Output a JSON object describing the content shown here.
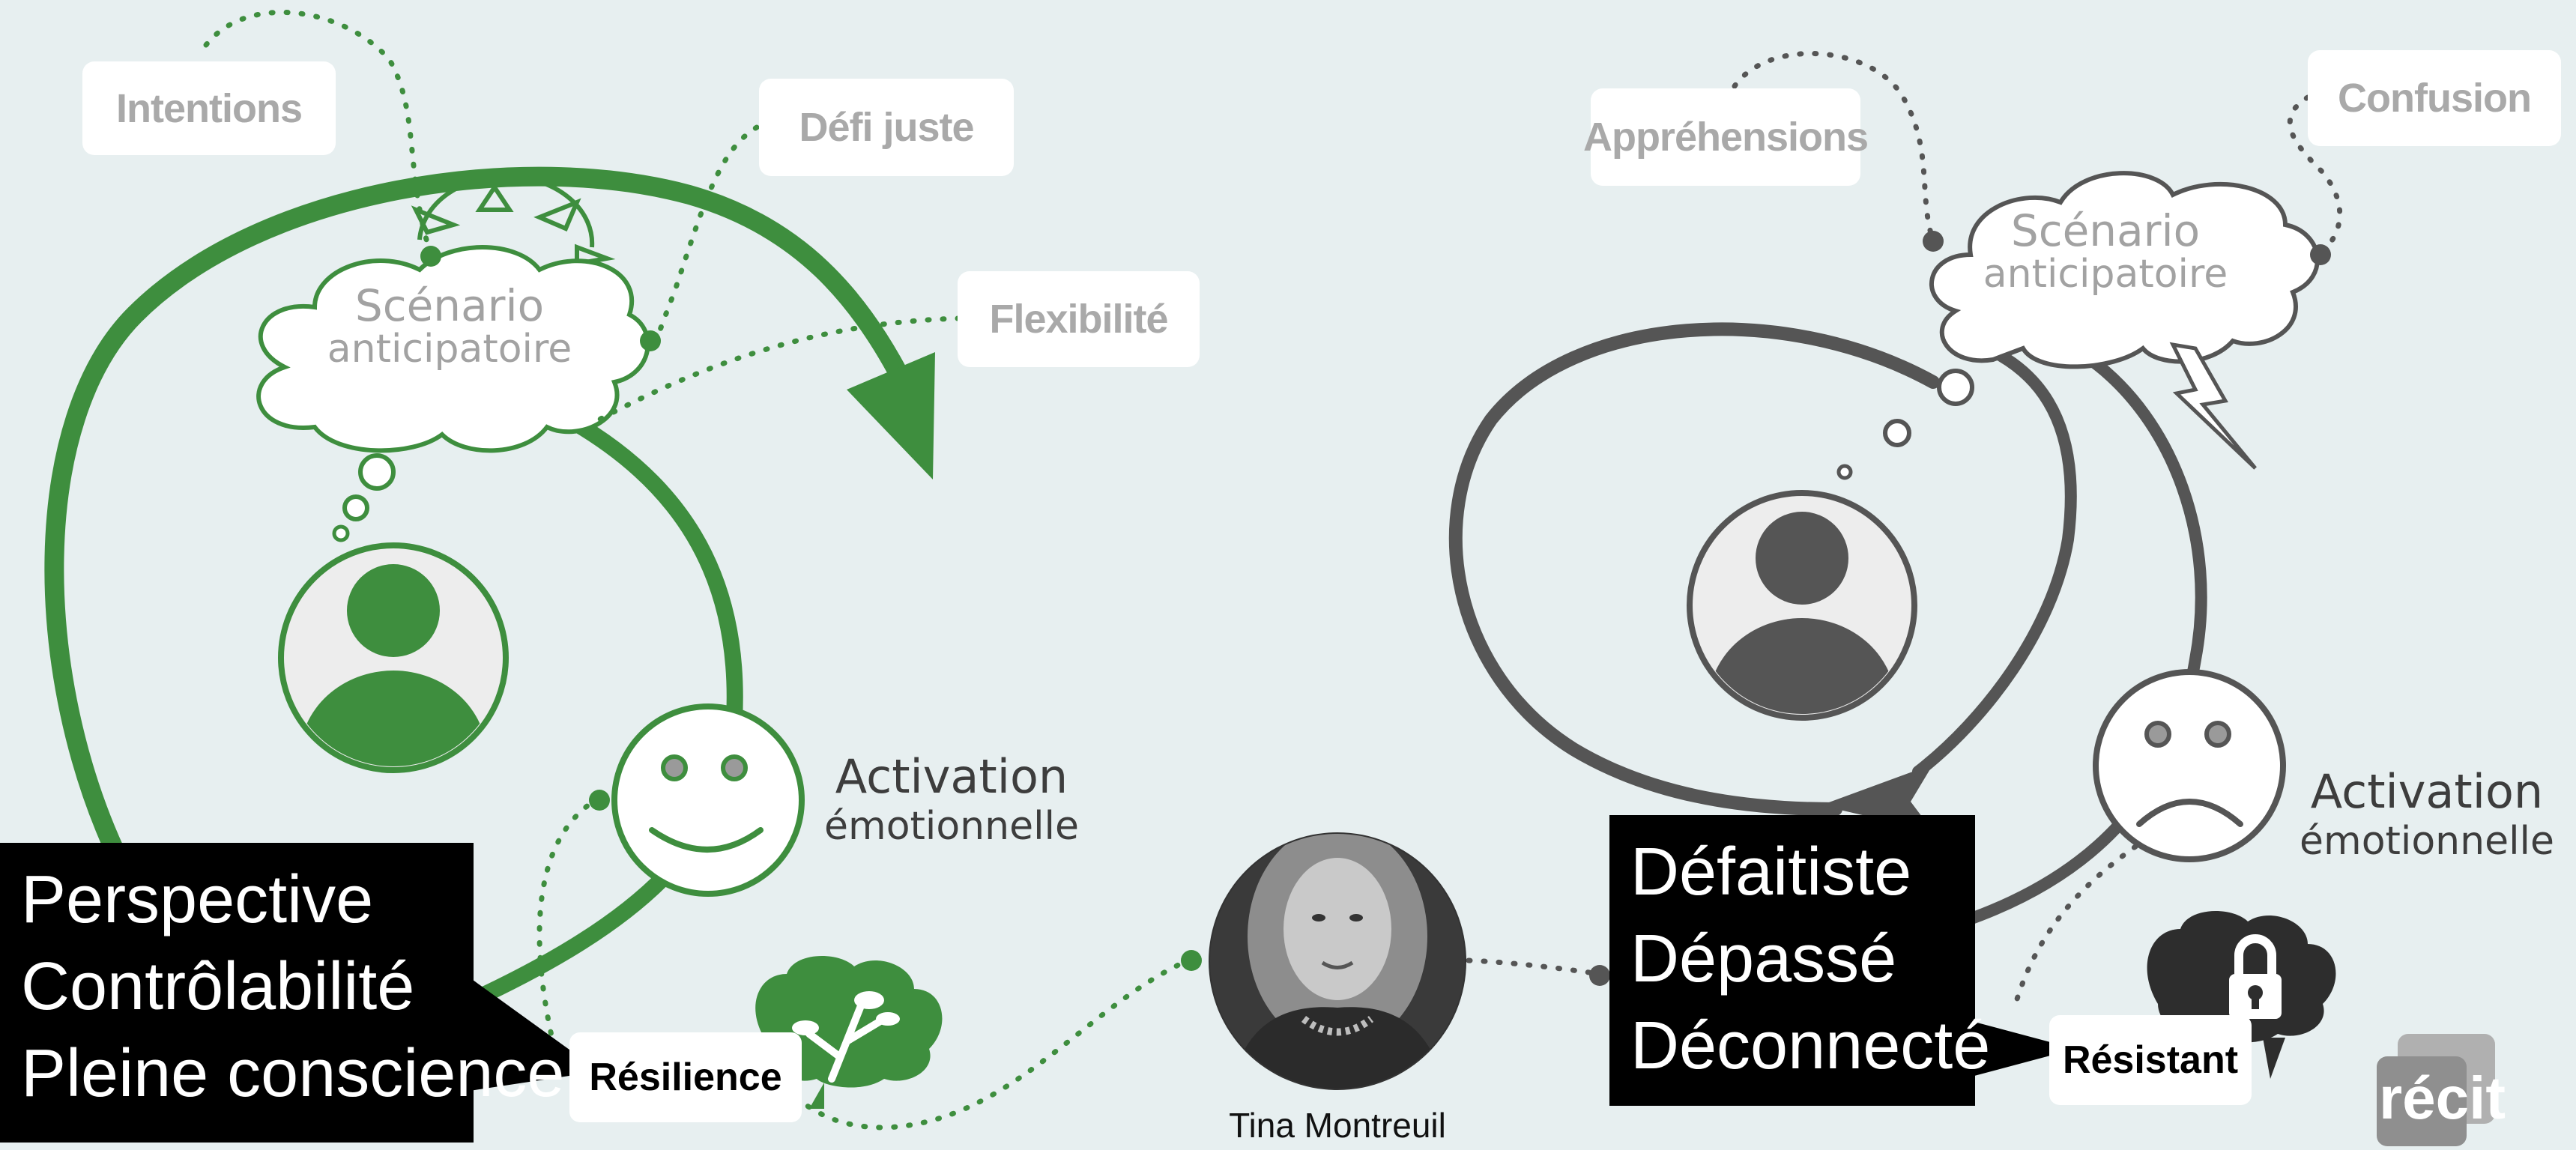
{
  "left_scenario": {
    "tags": {
      "intentions": "Intentions",
      "defi_juste": "Défi juste",
      "flexibilite": "Flexibilité"
    },
    "cloud_line1": "Scénario",
    "cloud_line2": "anticipatoire",
    "activation_line1": "Activation",
    "activation_line2": "émotionnelle",
    "callout_lines": [
      "Perspective",
      "Contrôlabilité",
      "Pleine conscience"
    ],
    "outcome": "Résilience",
    "accent_color": "#3e8e3e"
  },
  "right_scenario": {
    "tags": {
      "apprehensions": "Appréhensions",
      "confusion": "Confusion"
    },
    "cloud_line1": "Scénario",
    "cloud_line2": "anticipatoire",
    "activation_line1": "Activation",
    "activation_line2": "émotionnelle",
    "callout_lines": [
      "Défaitiste",
      "Dépassé",
      "Déconnecté"
    ],
    "outcome": "Résistant",
    "accent_color": "#555555"
  },
  "presenter": {
    "name": "Tina Montreuil"
  },
  "logo": {
    "text": "récit"
  },
  "icons": [
    "person-icon",
    "smiley-face-icon",
    "sad-face-icon",
    "brain-plant-icon",
    "brain-lock-icon",
    "lightning-icon",
    "sun-icon",
    "thought-cloud-icon"
  ]
}
